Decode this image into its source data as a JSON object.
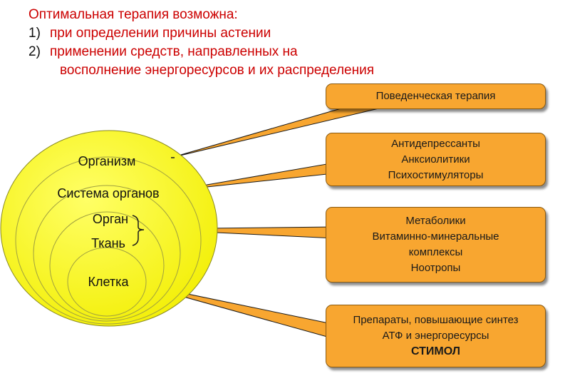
{
  "header": {
    "title": "Оптимальная терапия возможна:",
    "items": [
      {
        "num": "1)",
        "text": "при определении причины астении"
      },
      {
        "num": "2)",
        "text": "применении средств, направленных на",
        "cont": "восполнение энергоресурсов и их распределения"
      }
    ]
  },
  "levels": [
    "Организм",
    "Система органов",
    "Орган",
    "Ткань",
    "Клетка"
  ],
  "boxes": [
    {
      "lines": [
        "Поведенческая терапия"
      ]
    },
    {
      "lines": [
        "Антидепрессанты",
        "Анксиолитики",
        "Психостимуляторы"
      ]
    },
    {
      "lines": [
        "Метаболики",
        "Витаминно-минеральные",
        "комплексы",
        "Ноотропы"
      ]
    },
    {
      "lines": [
        "Препараты, повышающие синтез",
        "АТФ и энергоресурсы"
      ],
      "highlight": "СТИМОЛ"
    }
  ],
  "colors": {
    "box_fill": "#f8a630",
    "ellipse_fill": "#ffff33",
    "header_text": "#cc0000"
  }
}
